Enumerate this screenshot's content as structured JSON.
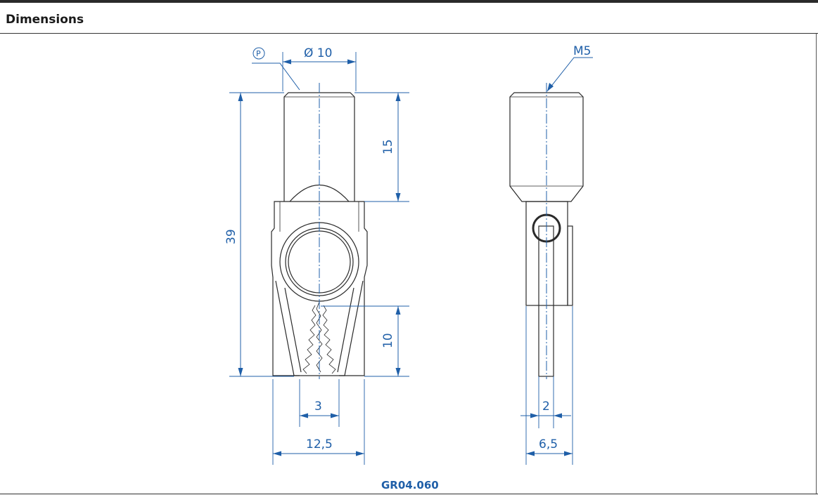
{
  "header": {
    "title": "Dimensions"
  },
  "drawing": {
    "symbol_p": "P",
    "dim_diameter": "Ø 10",
    "dim_thread": "M5",
    "dim_height_total": "39",
    "dim_height_shank": "15",
    "dim_height_jaw": "10",
    "dim_jaw_gap": "3",
    "dim_width": "12,5",
    "dim_side_gap": "2",
    "dim_side_width": "6,5",
    "part_code": "GR04.060",
    "line_color": "#1f5fa8"
  }
}
